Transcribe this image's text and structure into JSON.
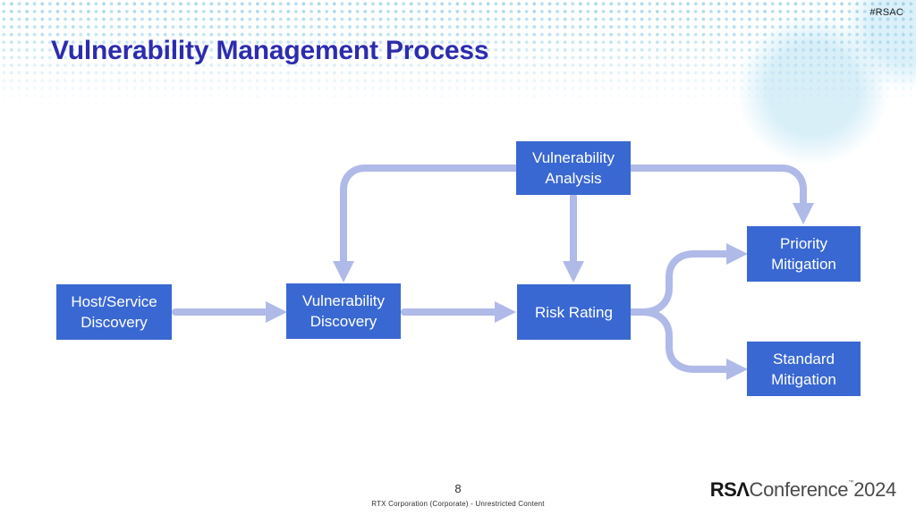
{
  "slide": {
    "hashtag": "#RSAC",
    "title": "Vulnerability Management Process",
    "page_number": "8",
    "footer_text": "RTX Corporation (Corporate) - Unrestricted Content",
    "logo": {
      "brand": "RSΛ",
      "name": "Conference",
      "trademark": "™",
      "year": "2024"
    }
  },
  "diagram": {
    "nodes": [
      {
        "id": "host-service-discovery",
        "lines": [
          "Host/Service",
          "Discovery"
        ]
      },
      {
        "id": "vulnerability-discovery",
        "lines": [
          "Vulnerability",
          "Discovery"
        ]
      },
      {
        "id": "vulnerability-analysis",
        "lines": [
          "Vulnerability",
          "Analysis"
        ]
      },
      {
        "id": "risk-rating",
        "lines": [
          "Risk Rating"
        ]
      },
      {
        "id": "priority-mitigation",
        "lines": [
          "Priority",
          "Mitigation"
        ]
      },
      {
        "id": "standard-mitigation",
        "lines": [
          "Standard",
          "Mitigation"
        ]
      }
    ],
    "edges": [
      {
        "from": "host-service-discovery",
        "to": "vulnerability-discovery"
      },
      {
        "from": "vulnerability-discovery",
        "to": "risk-rating"
      },
      {
        "from": "vulnerability-analysis",
        "to": "vulnerability-discovery"
      },
      {
        "from": "vulnerability-analysis",
        "to": "risk-rating"
      },
      {
        "from": "vulnerability-analysis",
        "to": "priority-mitigation"
      },
      {
        "from": "risk-rating",
        "to": "priority-mitigation"
      },
      {
        "from": "risk-rating",
        "to": "standard-mitigation"
      }
    ],
    "colors": {
      "node_fill": "#3A68D2",
      "node_text": "#FFFFFF",
      "arrow": "#B0BAE8",
      "title": "#2C2CAD",
      "dots": "#BFE0F0"
    }
  }
}
